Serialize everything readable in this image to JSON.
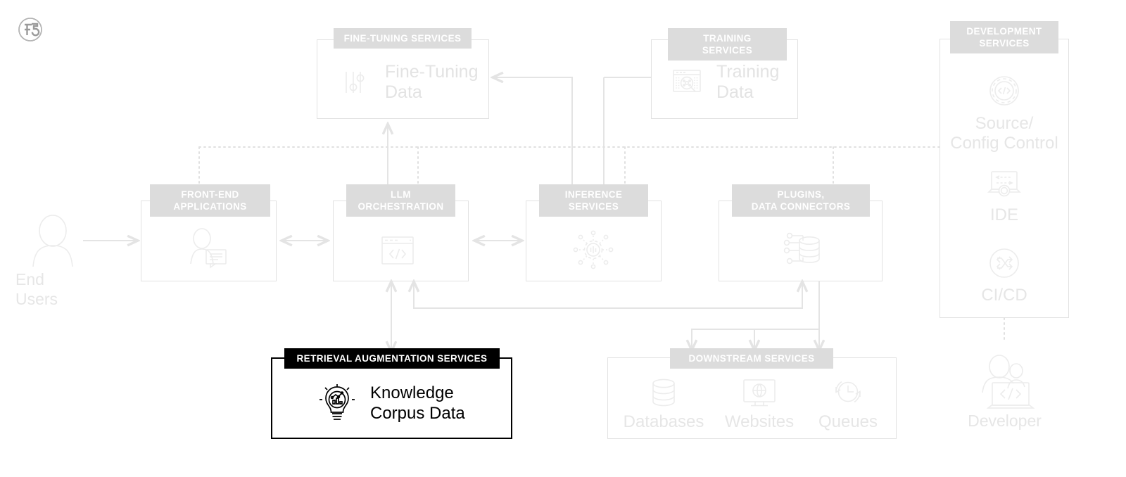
{
  "brand": {
    "logo": "f5-logo"
  },
  "actors": [
    {
      "id": "end-users",
      "label": "End Users",
      "icon": "person-icon"
    },
    {
      "id": "developer",
      "label": "Developer",
      "icon": "developer-laptop-icon"
    }
  ],
  "groups": [
    {
      "id": "fine-tuning-services",
      "header": "FINE-TUNING SERVICES",
      "highlight": false,
      "items": [
        {
          "label": "Fine-Tuning\nData",
          "icon": "sliders-icon"
        }
      ]
    },
    {
      "id": "training-services",
      "header": "TRAINING SERVICES",
      "highlight": false,
      "items": [
        {
          "label": "Training\nData",
          "icon": "data-search-icon"
        }
      ]
    },
    {
      "id": "development-services",
      "header": "DEVELOPMENT\nSERVICES",
      "highlight": false,
      "items": [
        {
          "label": "Source/\nConfig Control",
          "icon": "gear-code-icon"
        },
        {
          "label": "IDE",
          "icon": "laptop-gear-icon"
        },
        {
          "label": "CI/CD",
          "icon": "shuffle-circle-icon"
        }
      ]
    },
    {
      "id": "front-end-applications",
      "header": "FRONT-END\nAPPLICATIONS",
      "highlight": false,
      "items": [
        {
          "label": "",
          "icon": "user-chat-icon"
        }
      ]
    },
    {
      "id": "llm-orchestration",
      "header": "LLM\nORCHESTRATION",
      "highlight": false,
      "items": [
        {
          "label": "",
          "icon": "code-window-icon"
        }
      ]
    },
    {
      "id": "inference-services",
      "header": "INFERENCE\nSERVICES",
      "highlight": false,
      "items": [
        {
          "label": "",
          "icon": "gear-network-icon"
        }
      ]
    },
    {
      "id": "plugins-data-connectors",
      "header": "PLUGINS,\nDATA CONNECTORS",
      "highlight": false,
      "items": [
        {
          "label": "",
          "icon": "database-connector-icon"
        }
      ]
    },
    {
      "id": "retrieval-augmentation-services",
      "header": "RETRIEVAL AUGMENTATION SERVICES",
      "highlight": true,
      "items": [
        {
          "label": "Knowledge\nCorpus Data",
          "icon": "lightbulb-chart-icon"
        }
      ]
    },
    {
      "id": "downstream-services",
      "header": "DOWNSTREAM SERVICES",
      "highlight": false,
      "items": [
        {
          "label": "Databases",
          "icon": "database-icon"
        },
        {
          "label": "Websites",
          "icon": "monitor-globe-icon"
        },
        {
          "label": "Queues",
          "icon": "clock-refresh-icon"
        }
      ]
    }
  ],
  "colors": {
    "background": "#ffffff",
    "line": "#e4e4e4",
    "header_band": "#dcdcdc",
    "header_text": "#ffffff",
    "muted_text": "#e4e4e4",
    "highlight_band": "#000000",
    "highlight_text": "#000000",
    "logo": "#9a9a9a"
  }
}
